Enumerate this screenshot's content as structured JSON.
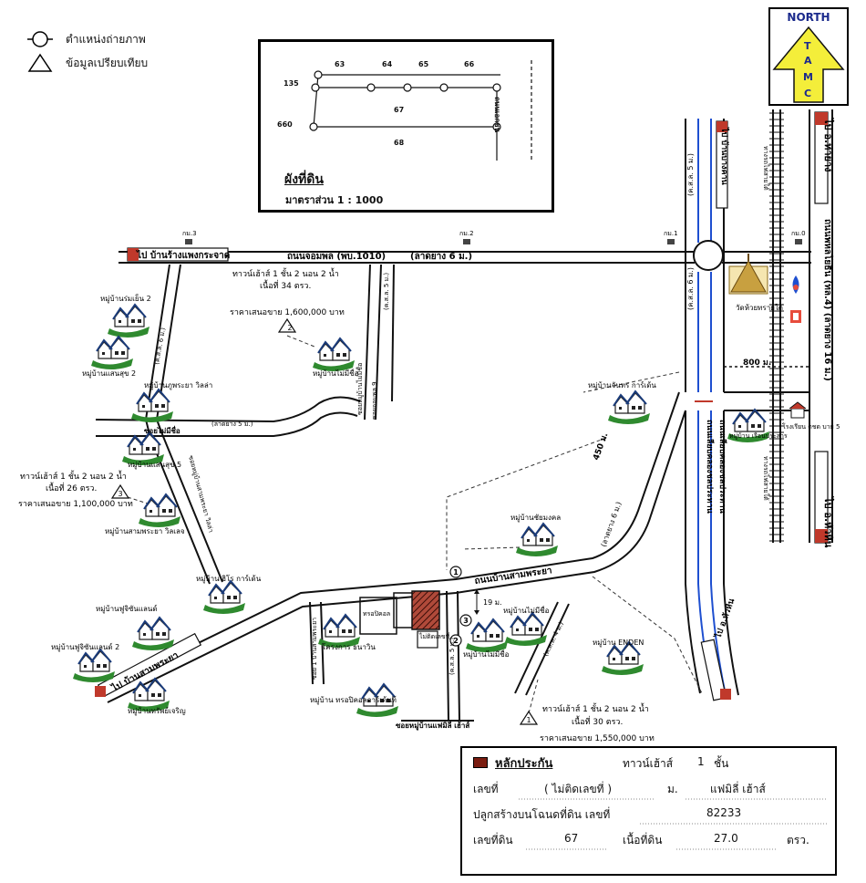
{
  "legend": {
    "photo_position": "ตำแหน่งถ่ายภาพ",
    "comparison_data": "ข้อมูลเปรียบเทียบ"
  },
  "north_arrow": {
    "label": "NORTH",
    "letters": [
      "T",
      "A",
      "M",
      "C"
    ]
  },
  "plot_plan": {
    "title": "ผังที่ดิน",
    "scale": "มาตราส่วน 1 : 1000",
    "parcels": [
      "63",
      "64",
      "65",
      "66",
      "67",
      "68",
      "135",
      "660"
    ],
    "road": "ถนนเอกชน"
  },
  "roads": {
    "main_left": "ไป บ้านร้างแพงกระจาด",
    "jompol": "ถนนจอมพล (พบ.1010)",
    "asphalt_6": "(ลาดยาง 6 ม.)",
    "asphalt_5": "(ลาดยาง 5 ม.)",
    "km3": "กม.3",
    "km2": "กม.2",
    "km1": "กม.1",
    "km0": "กม.0",
    "highway_east": "ถนนพหลโยธิน (ทล.4) (ลาดยาง 16 ม.)",
    "to_thayang": "ไป อ.ท่ายาง",
    "to_huahin_right": "ไป อ.หัวหิน",
    "to_banlat": "ไป บ้านบางคาน",
    "canal_road": "ถนนเลียบคลองชลประทาน",
    "to_huahin": "ไป อ.หัวหิน",
    "sam_phraya_road": "ถนนบ้านสามพระยา",
    "to_sam_phraya": "ไป บ้านสามพระยา",
    "soi_maisue": "ซอยไม่มีชื่อ",
    "soi_family": "ซอยหมู่บ้านแฟมิลี่ เฮ้าส์",
    "railway": "ทางรถไฟสายใต้",
    "kss5": "(ค.ส.ล. 5 ม.)",
    "kss6": "(ค.ส.ล. 6 ม.)",
    "kss4": "(ค.ส.ล. 4 ม.)",
    "soi9": "ซอยจอมพล 9",
    "soi_jomphol": "ซอยหมู่บ้านไม่มีชื่อ",
    "soi_samphraya_villa": "ซอยหมู่บ้านสามพระยา วิลล่า",
    "soi_sammit": "ซอย 1 บ้านสามพระยา"
  },
  "distances": {
    "d800": "800 ม.",
    "d450": "450 ม.",
    "d19": "19 ม."
  },
  "landmarks": {
    "temple": "วัดห้วยทรายใต้",
    "school": "โรงเรียน ตชด บาย 5",
    "village_rueanprasarn": "หมู่บ้าน เรือนประสาร",
    "village_rom_yen2": "หมู่บ้านร่มเย็น 2",
    "village_saensuk2": "หมู่บ้านแสนสุข 2",
    "village_phraya_villa": "หมู่บ้านภูพระยา วิลล่า",
    "village_saensuk5": "หมู่บ้านแสนสุข 5",
    "village_samphraya_villa": "หมู่บ้านสามพระยา วิลเลจ",
    "village_hiro": "หมู่บ้าน ฮิโร การ์เด้น",
    "village_fuji": "หมู่บ้านฟูจิซันแลนด์",
    "village_fuji2": "หมู่บ้านฟูจิซันแลนด์ 2",
    "village_sap": "หมู่บ้านทรัพย์เจริญ",
    "village_nameless1": "หมู่บ้านไม่มีชื่อ",
    "village_jantra": "หมู่บ้านจันทร การ์เด้น",
    "village_khaiyamongkol": "หมู่บ้านชัยมงคล",
    "village_enden": "หมู่บ้าน ENDEN",
    "village_nameless2": "หมู่บ้านไม่มีชื่อ",
    "village_nameless3": "หมู่บ้านไม่มีชื่อ",
    "village_tropical": "หมู่บ้าน ทรอปิคอลการ์เด้นท์",
    "project": "โครงการ ธนาวิน",
    "tropical_short": "ทรอปิคอล"
  },
  "comparisons": {
    "c1_line1": "ทาวน์เฮ้าส์ 1 ชั้น 2 นอน 2 น้ำ",
    "c1_line2": "เนื้อที่ 30 ตรว.",
    "c1_price": "ราคาเสนอขาย 1,550,000 บาท",
    "c2_line1": "ทาวน์เฮ้าส์ 1 ชั้น 2 นอน 2 น้ำ",
    "c2_line2": "เนื้อที่ 34 ตรว.",
    "c2_price": "ราคาเสนอขาย 1,600,000 บาท",
    "c3_line1": "ทาวน์เฮ้าส์ 1 ชั้น 2 นอน 2 น้ำ",
    "c3_line2": "เนื้อที่ 26 ตรว.",
    "c3_price": "ราคาเสนอขาย 1,100,000 บาท"
  },
  "subject_labels": {
    "no_number": "ไม่ติดเลขที่"
  },
  "info": {
    "collateral": "หลักประกัน",
    "type": "ทาวน์เฮ้าส์",
    "floors": "1",
    "floors_unit": "ชั้น",
    "no_label": "เลขที่",
    "no_value": "( ไม่ติดเลขที่ )",
    "moo_label": "ม.",
    "project_name": "แฟมิลี่ เฮ้าส์",
    "deed_label": "ปลูกสร้างบนโฉนดที่ดิน เลขที่",
    "deed_value": "82233",
    "land_no_label": "เลขที่ดิน",
    "land_no_value": "67",
    "area_label": "เนื้อที่ดิน",
    "area_value": "27.0",
    "area_unit": "ตรว."
  }
}
